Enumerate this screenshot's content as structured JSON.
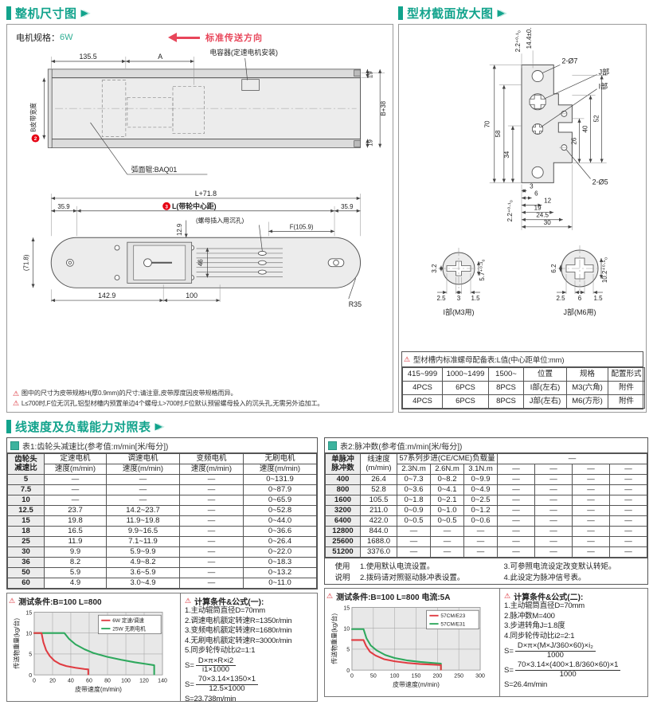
{
  "icons": {
    "warning": "⚠",
    "play": "▶"
  },
  "colors": {
    "teal": "#12a38c",
    "red": "#e8465a",
    "chart_red": "#e03c42",
    "chart_green": "#2ea85d"
  },
  "s1": {
    "title": "整机尺寸图",
    "motor_label": "电机规格：",
    "motor_value": "6W",
    "direction": "标准传送方向",
    "top": {
      "d135": "135.5",
      "dA": "A",
      "cap": "电容器(定速电机安装)",
      "belt_num": "2",
      "belt": "B皮带宽度",
      "d19a": "19",
      "dB38": "B+38",
      "d19b": "19",
      "roller": "弧面辊:BAQ01"
    },
    "bot": {
      "dL718": "L+71.8",
      "n3": "3",
      "dL": "L(带轮中心距)",
      "d359l": "35.9",
      "d359r": "35.9",
      "d129": "12.9",
      "nut": "(螺母插入用沉孔)",
      "dF": "F(105.9)",
      "d718": "(71.8)",
      "d46": "46",
      "d1429": "142.9",
      "d100": "100",
      "r35": "R35"
    },
    "notes": [
      "图中的尺寸为皮带规格H(厚0.9mm)的尺寸;请注意,皮带厚度因皮带规格而异。",
      "L≤700时,F位无沉孔,铝型材槽内预置单边4个螺母;L>700时,F位默认预留螺母投入的沉头孔,无需另外追加工。"
    ]
  },
  "s2": {
    "title": "型材截面放大图",
    "cs": {
      "t22a": "2.2⁺⁰·¹₀",
      "t144": "14.4±0.1",
      "d2o7": "2-Ø7",
      "jbu": "J部",
      "ibu": "I部",
      "d70": "70",
      "d58": "58",
      "d34": "34",
      "d26": "26",
      "d40": "40",
      "d52": "52",
      "d2o5": "2-Ø5",
      "t22b": "2.2⁺⁰·¹₀",
      "d3": "3",
      "d6": "6",
      "d12": "12",
      "d19": "19",
      "d245": "24.5",
      "d30": "30"
    },
    "di": {
      "d32": "3.2",
      "d57": "5.7⁺⁰·³₀",
      "d25": "2.5",
      "d3": "3",
      "d15": "1.5",
      "title": "I部(M3用)"
    },
    "dj": {
      "d62": "6.2",
      "d102": "10.2⁺⁰·⁵₀",
      "d25": "2.5",
      "d6": "6",
      "d15": "1.5",
      "title": "J部(M6用)"
    },
    "nut": {
      "title": "型材槽内标准螺母配备表:L值(中心距单位:mm)",
      "headers": [
        "415~999",
        "1000~1499",
        "1500~",
        "位置",
        "规格",
        "配置形式"
      ],
      "rows": [
        [
          "4PCS",
          "6PCS",
          "8PCS",
          "I部(左右)",
          "M3(六角)",
          "附件"
        ],
        [
          "4PCS",
          "6PCS",
          "8PCS",
          "J部(左右)",
          "M6(方形)",
          "附件"
        ]
      ]
    }
  },
  "s3": {
    "title": "线速度及负载能力对照表",
    "t1": {
      "title": "表1:齿轮头减速比(参考值:m/min[米/每分])",
      "h0a": "齿轮头",
      "h0b": "减速比",
      "cols": [
        "定速电机",
        "调速电机",
        "变频电机",
        "无刷电机"
      ],
      "sub": "速度(m/min)",
      "rows": [
        [
          "5",
          "—",
          "—",
          "—",
          "0~131.9"
        ],
        [
          "7.5",
          "—",
          "—",
          "—",
          "0~87.9"
        ],
        [
          "10",
          "—",
          "—",
          "—",
          "0~65.9"
        ],
        [
          "12.5",
          "23.7",
          "14.2~23.7",
          "—",
          "0~52.8"
        ],
        [
          "15",
          "19.8",
          "11.9~19.8",
          "—",
          "0~44.0"
        ],
        [
          "18",
          "16.5",
          "9.9~16.5",
          "—",
          "0~36.6"
        ],
        [
          "25",
          "11.9",
          "7.1~11.9",
          "—",
          "0~26.4"
        ],
        [
          "30",
          "9.9",
          "5.9~9.9",
          "—",
          "0~22.0"
        ],
        [
          "36",
          "8.2",
          "4.9~8.2",
          "—",
          "0~18.3"
        ],
        [
          "50",
          "5.9",
          "3.6~5.9",
          "—",
          "0~13.2"
        ],
        [
          "60",
          "4.9",
          "3.0~4.9",
          "—",
          "0~11.0"
        ]
      ]
    },
    "t2": {
      "title": "表2:脉冲数(参考值:m/min[米/每分])",
      "h0a": "单脉冲",
      "h0b": "脉冲数",
      "h1a": "线速度",
      "h1b": "(m/min)",
      "hgroup": "57系列步进(CE/CME)负载量",
      "hdash": "—",
      "sub": [
        "2.3N.m",
        "2.6N.m",
        "3.1N.m",
        "—",
        "—",
        "—",
        "—"
      ],
      "rows": [
        [
          "400",
          "26.4",
          "0~7.3",
          "0~8.2",
          "0~9.9",
          "—",
          "—",
          "—",
          "—"
        ],
        [
          "800",
          "52.8",
          "0~3.6",
          "0~4.1",
          "0~4.9",
          "—",
          "—",
          "—",
          "—"
        ],
        [
          "1600",
          "105.5",
          "0~1.8",
          "0~2.1",
          "0~2.5",
          "—",
          "—",
          "—",
          "—"
        ],
        [
          "3200",
          "211.0",
          "0~0.9",
          "0~1.0",
          "0~1.2",
          "—",
          "—",
          "—",
          "—"
        ],
        [
          "6400",
          "422.0",
          "0~0.5",
          "0~0.5",
          "0~0.6",
          "—",
          "—",
          "—",
          "—"
        ],
        [
          "12800",
          "844.0",
          "—",
          "—",
          "—",
          "—",
          "—",
          "—",
          "—"
        ],
        [
          "25600",
          "1688.0",
          "—",
          "—",
          "—",
          "—",
          "—",
          "—",
          "—"
        ],
        [
          "51200",
          "3376.0",
          "—",
          "—",
          "—",
          "—",
          "—",
          "—",
          "—"
        ]
      ],
      "use_a": "使用",
      "use_b": "说明",
      "notes": [
        "1.使用默认电流设置。",
        "2.拨码请对照驱动脉冲表设置。",
        "3.可参照电流设定改变默认转矩。",
        "4.此设定为脉冲信号表。"
      ]
    },
    "c1": {
      "title": "测试条件:B=100  L=800",
      "ylabel": "传送物重量(kg/台)",
      "xlabel": "皮带速度(m/min)",
      "yticks": [
        "15",
        "10",
        "5",
        "0"
      ],
      "xticks": [
        "0",
        "20",
        "40",
        "60",
        "80",
        "100",
        "120",
        "140"
      ],
      "legend": [
        "6W 定速/调速",
        "25W 无刷电机"
      ]
    },
    "f1": {
      "title": "计算条件&公式(一):",
      "seq": "S=",
      "lines": [
        "1.主动辊筒直径D=70mm",
        "2.调速电机额定转速R=1350r/min",
        "3.变频电机额定转速R=1680r/min",
        "4.无刷电机额定转速R=3000r/min",
        "5.同步轮传动比i2=1:1"
      ],
      "eq1n": "D×π×R×i2",
      "eq1d": "i1×1000",
      "eq2n": "70×3.14×1350×1",
      "eq2d": "12.5×1000",
      "res": "S=23.738m/min"
    },
    "c2": {
      "title": "测试条件:B=100  L=800  电流:5A",
      "ylabel": "传送物重量(kg/台)",
      "xlabel": "皮带速度(m/min)",
      "yticks": [
        "15",
        "10",
        "5",
        "0"
      ],
      "xticks": [
        "0",
        "50",
        "100",
        "150",
        "200",
        "250",
        "300"
      ],
      "legend": [
        "57CM/E23",
        "57CM/E31"
      ]
    },
    "f2": {
      "title": "计算条件&公式(二):",
      "seq": "S=",
      "lines": [
        "1.主动辊筒直径D=70mm",
        "2.脉冲数M=400",
        "3.步进转角J=1.8度",
        "4.同步轮传动比i2=2:1"
      ],
      "eq1n": "D×π×(M×J/360×60)×i₂",
      "eq1d": "1000",
      "eq2n": "70×3.14×(400×1.8/360×60)×1",
      "eq2d": "1000",
      "res": "S=26.4m/min"
    }
  },
  "chart_data": [
    {
      "type": "line",
      "title": "测试条件:B=100 L=800",
      "xlabel": "皮带速度(m/min)",
      "ylabel": "传送物重量(kg/台)",
      "xlim": [
        0,
        140
      ],
      "ylim": [
        0,
        15
      ],
      "legend_position": "upper right",
      "grid": true,
      "series": [
        {
          "name": "6W 定速/调速",
          "color": "#e03c42",
          "points": [
            [
              0,
              10
            ],
            [
              8,
              10
            ],
            [
              10,
              7.8
            ],
            [
              13,
              5.9
            ],
            [
              17,
              4.5
            ],
            [
              22,
              3.4
            ],
            [
              28,
              2.6
            ],
            [
              35,
              2.1
            ],
            [
              45,
              1.7
            ],
            [
              55,
              1.4
            ],
            [
              59,
              1.3
            ],
            [
              59,
              0.1
            ]
          ]
        },
        {
          "name": "25W 无刷电机",
          "color": "#2ea85d",
          "points": [
            [
              0,
              10
            ],
            [
              33,
              10
            ],
            [
              38,
              8.6
            ],
            [
              45,
              7.3
            ],
            [
              55,
              6.1
            ],
            [
              65,
              5.2
            ],
            [
              80,
              4.3
            ],
            [
              95,
              3.6
            ],
            [
              110,
              3.0
            ],
            [
              122,
              2.6
            ],
            [
              131,
              2.3
            ],
            [
              131,
              0.1
            ]
          ]
        }
      ]
    },
    {
      "type": "line",
      "title": "测试条件:B=100 L=800 电流:5A",
      "xlabel": "皮带速度(m/min)",
      "ylabel": "传送物重量(kg/台)",
      "xlim": [
        0,
        300
      ],
      "ylim": [
        0,
        15
      ],
      "legend_position": "upper right",
      "grid": true,
      "series": [
        {
          "name": "57CM/E23",
          "color": "#e03c42",
          "points": [
            [
              0,
              7.2
            ],
            [
              27,
              7.2
            ],
            [
              33,
              5.8
            ],
            [
              42,
              4.4
            ],
            [
              55,
              3.5
            ],
            [
              75,
              2.6
            ],
            [
              100,
              2.1
            ],
            [
              130,
              1.7
            ],
            [
              160,
              1.45
            ],
            [
              190,
              1.3
            ],
            [
              208,
              1.2
            ],
            [
              208,
              0.1
            ]
          ]
        },
        {
          "name": "57CM/E31",
          "color": "#2ea85d",
          "points": [
            [
              0,
              9.8
            ],
            [
              27,
              9.8
            ],
            [
              34,
              7.6
            ],
            [
              44,
              5.9
            ],
            [
              58,
              4.7
            ],
            [
              78,
              3.6
            ],
            [
              100,
              2.9
            ],
            [
              130,
              2.3
            ],
            [
              160,
              1.95
            ],
            [
              190,
              1.7
            ],
            [
              208,
              1.55
            ],
            [
              208,
              0.1
            ]
          ]
        }
      ]
    }
  ]
}
